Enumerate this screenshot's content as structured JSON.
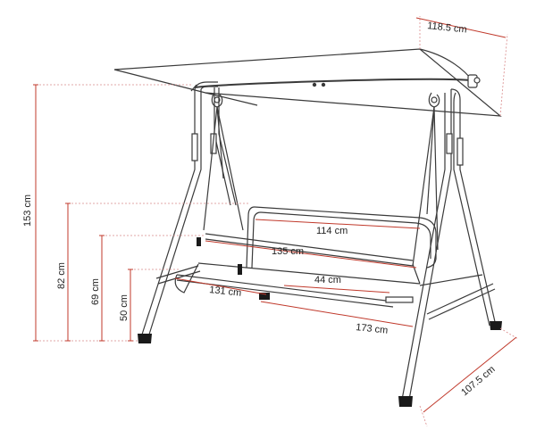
{
  "colors": {
    "frame": "#3a3a3a",
    "dimension_line": "#c0392b",
    "guide": "#d98a8a",
    "text": "#222222",
    "foot": "#1a1a1a"
  },
  "dimensions": {
    "canopy_depth": "118.5 cm",
    "total_height": "153 cm",
    "backrest_height": "82 cm",
    "armrest_height": "69 cm",
    "seat_height": "50 cm",
    "backrest_width": "114 cm",
    "seat_width": "135 cm",
    "seat_depth": "44 cm",
    "inner_base_width": "131 cm",
    "outer_base_width": "173 cm",
    "base_depth": "107.5 cm"
  }
}
